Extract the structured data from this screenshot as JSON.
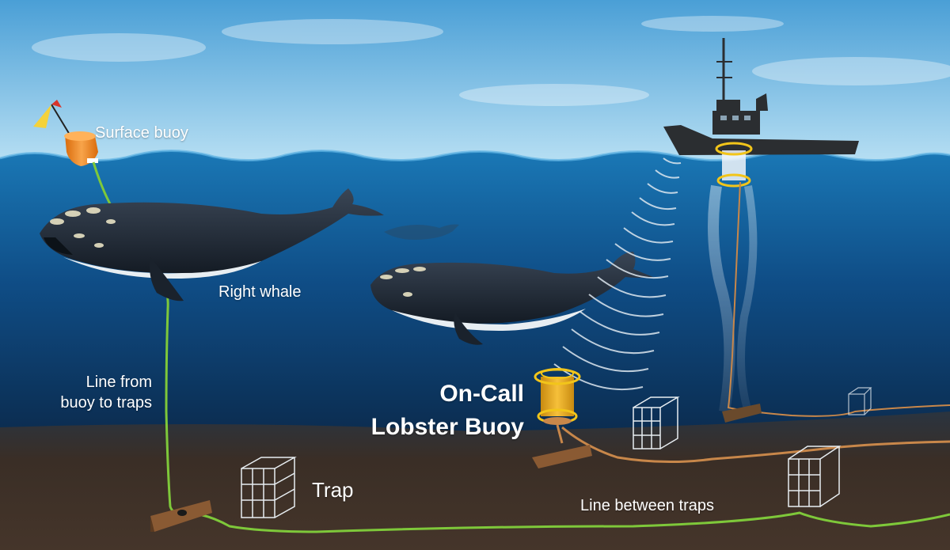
{
  "labels": {
    "surface_buoy": "Surface buoy",
    "right_whale": "Right whale",
    "line_from_1": "Line from",
    "line_from_2": "buoy to traps",
    "on_call_1": "On-Call",
    "on_call_2": "Lobster Buoy",
    "trap": "Trap",
    "line_between_traps": "Line between traps"
  },
  "colors": {
    "sky_top": "#4a9fd6",
    "sky_bottom": "#b7dff3",
    "water_top": "#1a78b6",
    "water_deep": "#0b2a4c",
    "seafloor": "#3a2e26",
    "green_line": "#7ec83a",
    "orange_line": "#c8874a",
    "buoy_orange": "#f28a1e",
    "on_call_yellow": "#f2c51a",
    "whale_body": "#1c2430",
    "boat": "#2b2e31",
    "trap_block": "#8a5a33"
  },
  "icons": [
    "surface-buoy-icon",
    "whale-icon",
    "trap-icon",
    "on-call-buoy-icon",
    "boat-icon",
    "acoustic-signal-icon"
  ]
}
